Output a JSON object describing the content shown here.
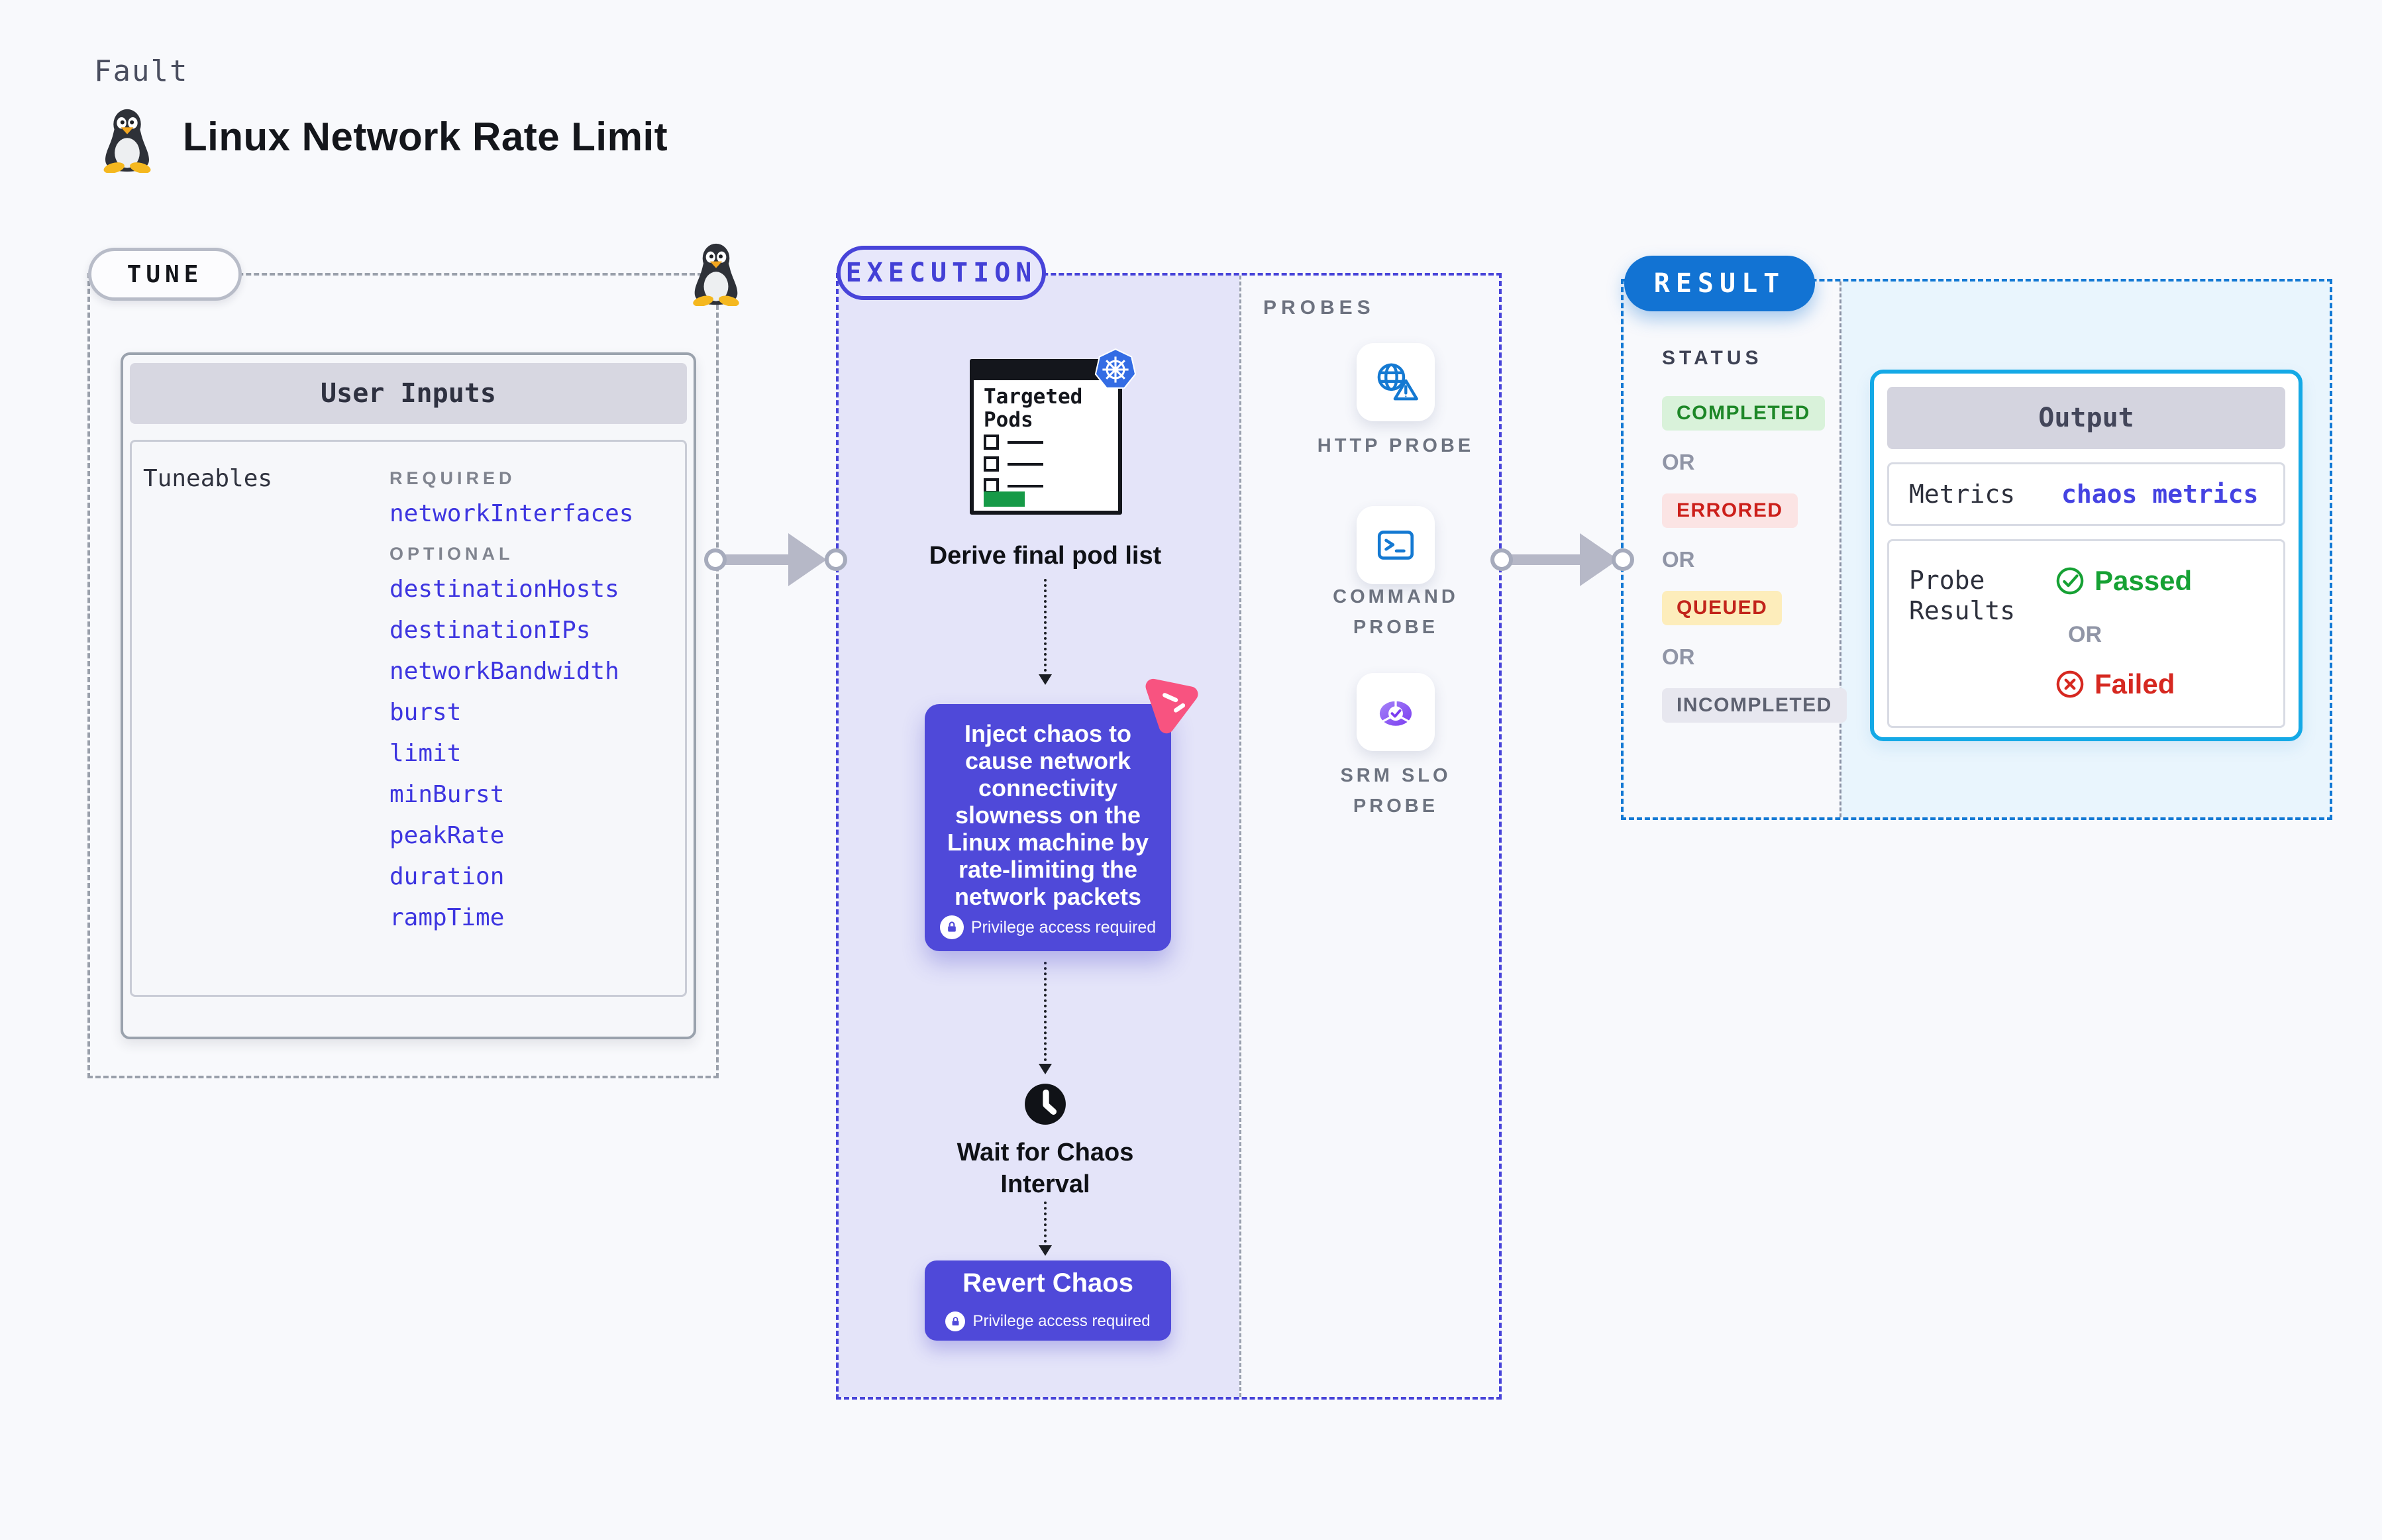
{
  "header": {
    "eyebrow": "Fault",
    "title": "Linux Network Rate Limit",
    "title_icon": "tux-penguin-icon"
  },
  "tune": {
    "label": "TUNE",
    "corner_icon": "tux-penguin-icon",
    "card_title": "User Inputs",
    "tuneables_label": "Tuneables",
    "required_label": "REQUIRED",
    "required_params": [
      "networkInterfaces"
    ],
    "optional_label": "OPTIONAL",
    "optional_params": [
      "destinationHosts",
      "destinationIPs",
      "networkBandwidth",
      "burst",
      "limit",
      "minBurst",
      "peakRate",
      "duration",
      "rampTime"
    ]
  },
  "execution": {
    "label": "EXECUTION",
    "pod_list": {
      "title": "Targeted Pods",
      "badge_icon": "kubernetes-icon",
      "caption": "Derive final pod list"
    },
    "inject_step": {
      "text": "Inject chaos to cause network connectivity slowness on the Linux machine by rate-limiting the network packets",
      "privilege_note": "Privilege access required",
      "corner_icon": "litmus-chaos-icon",
      "lock_icon": "lock-icon"
    },
    "wait_step": {
      "icon": "clock-icon",
      "caption": "Wait for Chaos Interval"
    },
    "revert_step": {
      "title": "Revert Chaos",
      "privilege_note": "Privilege access required",
      "lock_icon": "lock-icon"
    }
  },
  "probes": {
    "label": "PROBES",
    "items": [
      {
        "label": "HTTP PROBE",
        "icon": "globe-alert-icon"
      },
      {
        "label": "COMMAND PROBE",
        "icon": "terminal-icon"
      },
      {
        "label": "SRM SLO PROBE",
        "icon": "slo-gauge-icon"
      }
    ]
  },
  "result": {
    "label": "RESULT",
    "status_label": "STATUS",
    "or_label": "OR",
    "statuses": [
      {
        "label": "COMPLETED",
        "text_color": "#1d8727",
        "bg_color": "#d9f2da"
      },
      {
        "label": "ERRORED",
        "text_color": "#cc1f1a",
        "bg_color": "#fbe4e4"
      },
      {
        "label": "QUEUED",
        "text_color": "#c2251b",
        "bg_color": "#fdedbb"
      },
      {
        "label": "INCOMPLETED",
        "text_color": "#5d6170",
        "bg_color": "#e7e7ef"
      }
    ],
    "output": {
      "title": "Output",
      "metrics_label": "Metrics",
      "metrics_value": "chaos metrics",
      "probe_results_label": "Probe Results",
      "passed_label": "Passed",
      "passed_icon": "check-circle-icon",
      "or_label": "OR",
      "failed_label": "Failed",
      "failed_icon": "x-circle-icon"
    }
  },
  "colors": {
    "page_bg": "#f8f9fc",
    "tune_dash": "#9aa0ab",
    "execution_accent": "#4844d9",
    "execution_bg": "#e4e4f9",
    "inject_box_bg": "#4f49d9",
    "param_text": "#3d35e0",
    "result_pill_bg": "#1273d3",
    "result_dash": "#1379d4",
    "result_bg": "#e9f5fd",
    "output_border": "#14a9e6",
    "passed_green": "#16a134",
    "failed_red": "#d62820",
    "probe_icon_blue": "#1479d2",
    "srm_purple": "#7b3df0",
    "litmus_pink": "#f85380",
    "doc_green": "#169a47",
    "arrow_gray": "#b6b8c7"
  }
}
